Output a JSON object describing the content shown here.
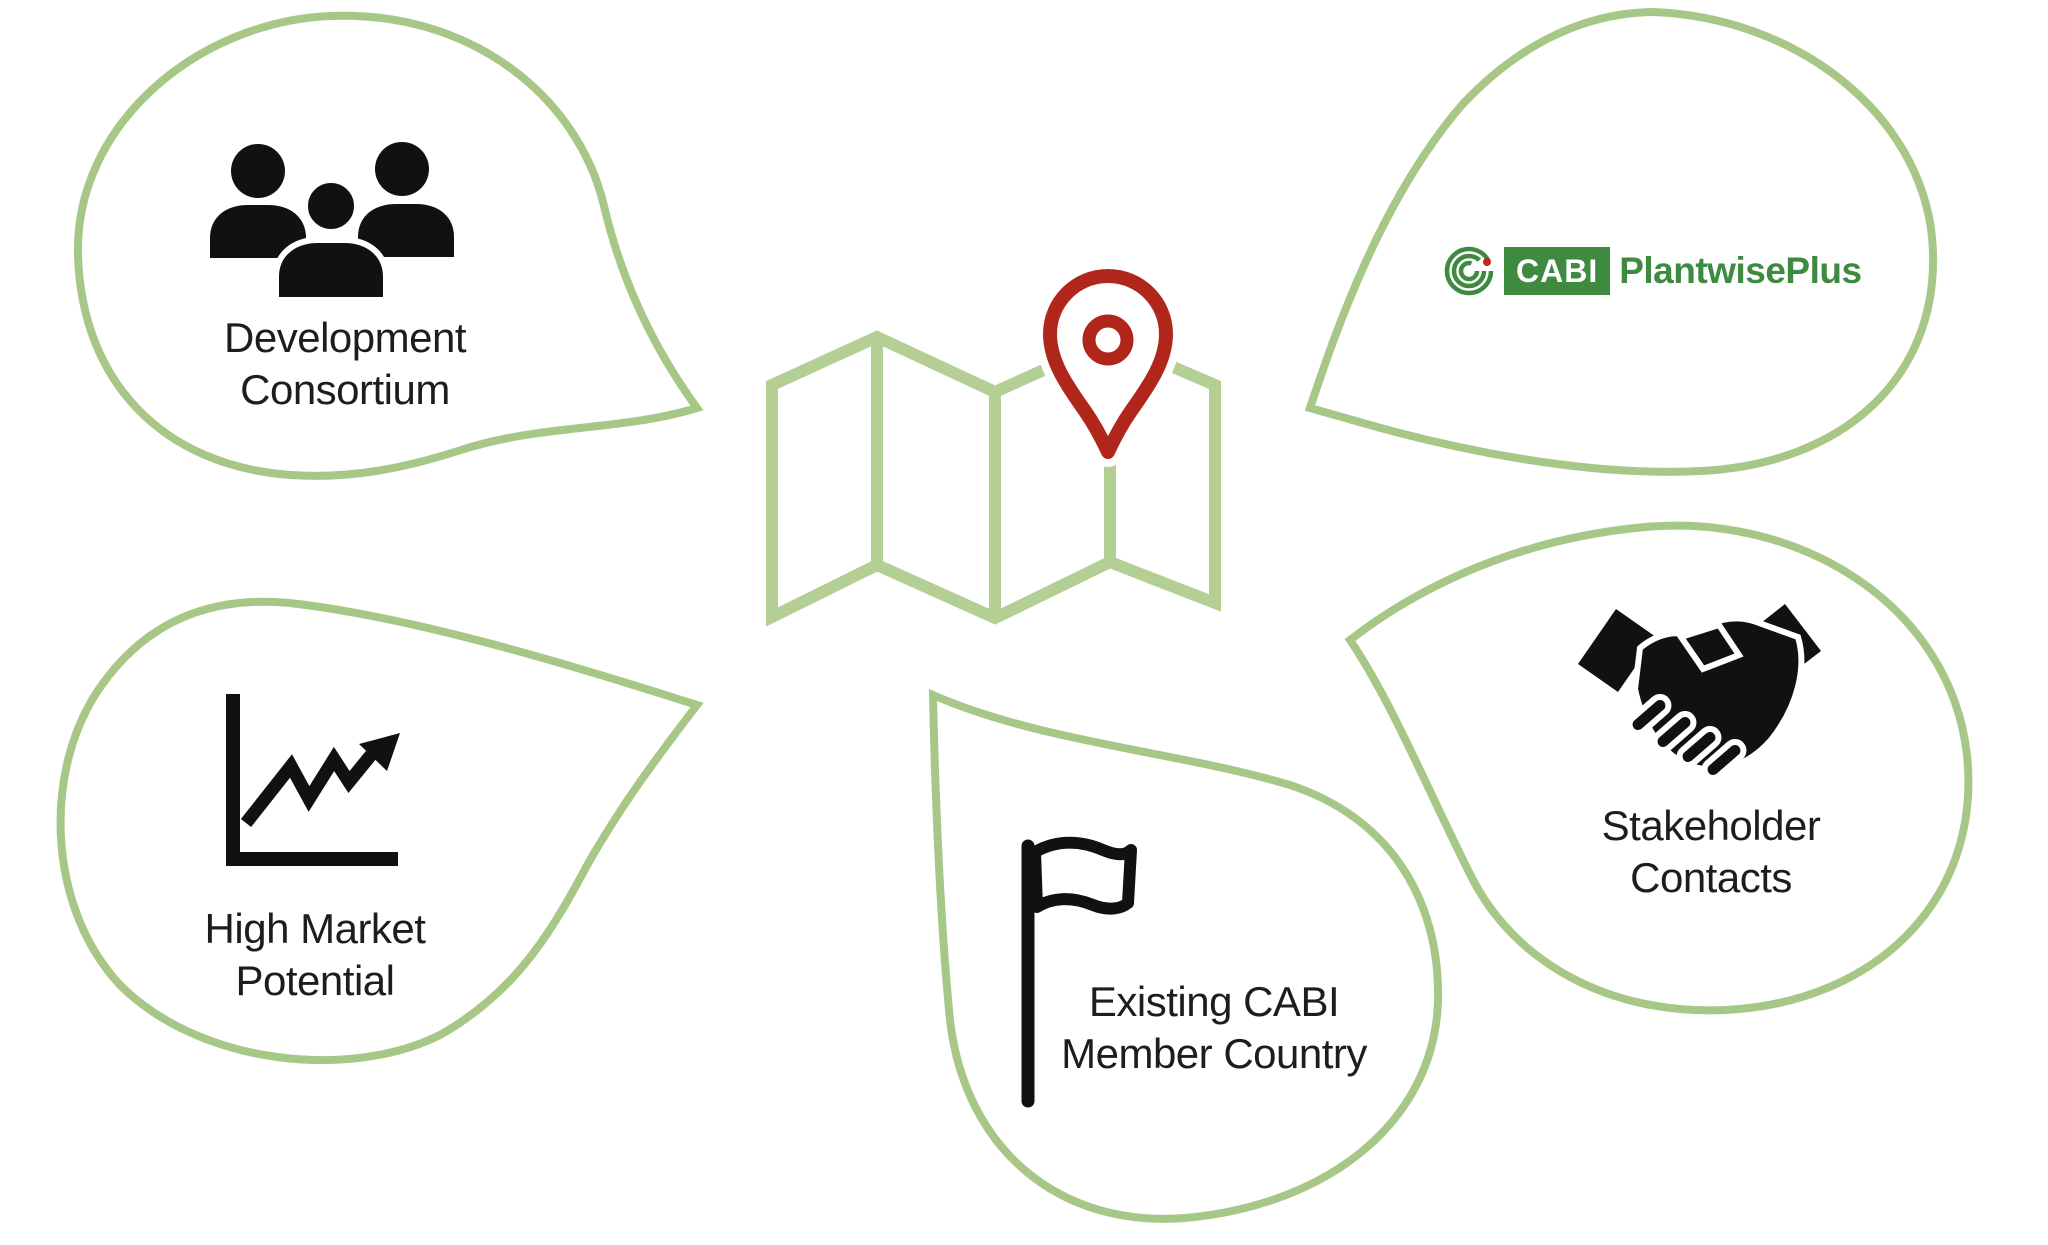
{
  "colors": {
    "bubble_outline": "#a7c787",
    "map_outline": "#b3cf94",
    "pin_red": "#b1261a",
    "cabi_green": "#3e8a41",
    "logo_dot_red": "#c0271d",
    "icon_black": "#111111",
    "text_black": "#1d1d1d",
    "background": "#ffffff"
  },
  "center": {
    "icon": "folded-map-icon",
    "marker": "location-pin-icon"
  },
  "bubbles": [
    {
      "id": "development-consortium",
      "position": "top-left",
      "icon": "people-group-icon",
      "label": "Development\nConsortium"
    },
    {
      "id": "cabi-plantwiseplus",
      "position": "top-right",
      "icon": "cabi-plantwiseplus-logo",
      "label": "",
      "logo": {
        "brand": "CABI",
        "product": "PlantwisePlus"
      }
    },
    {
      "id": "stakeholder-contacts",
      "position": "right",
      "icon": "handshake-icon",
      "label": "Stakeholder\nContacts"
    },
    {
      "id": "existing-cabi-member-country",
      "position": "bottom-center",
      "icon": "flag-icon",
      "label": "Existing CABI\nMember Country"
    },
    {
      "id": "high-market-potential",
      "position": "bottom-left",
      "icon": "growth-chart-icon",
      "label": "High Market\nPotential"
    }
  ],
  "icons": {
    "people_group": "three person silhouettes",
    "handshake": "two clasped hands with sleeves",
    "flag": "outlined waving flag on pole",
    "growth_chart": "axes with rising zigzag arrow",
    "folded_map": "zigzag folded map outline",
    "location_pin": "outlined map pin with ring"
  }
}
